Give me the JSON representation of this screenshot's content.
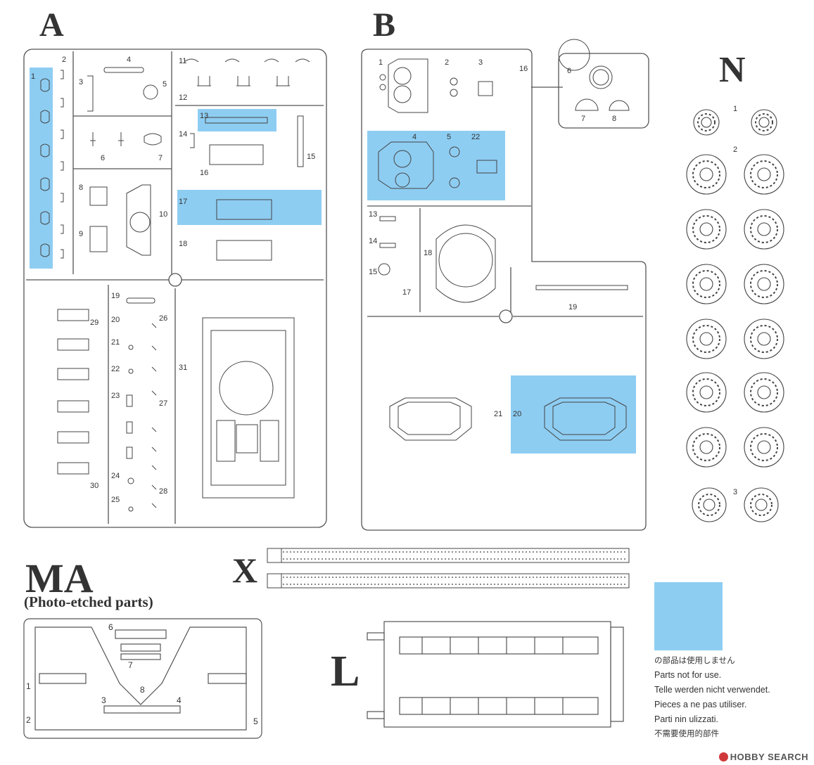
{
  "sprues": {
    "A": {
      "letter": "A",
      "parts": [
        "1",
        "2",
        "3",
        "4",
        "5",
        "6",
        "7",
        "8",
        "9",
        "10",
        "11",
        "12",
        "13",
        "14",
        "15",
        "16",
        "17",
        "18",
        "19",
        "20",
        "21",
        "22",
        "23",
        "24",
        "25",
        "26",
        "27",
        "28",
        "29",
        "30",
        "31"
      ]
    },
    "B": {
      "letter": "B",
      "parts": [
        "1",
        "2",
        "3",
        "4",
        "5",
        "22",
        "6",
        "7",
        "8",
        "13",
        "14",
        "15",
        "16",
        "17",
        "18",
        "19",
        "21",
        "20"
      ]
    },
    "N": {
      "letter": "N",
      "parts": [
        "1",
        "2",
        "3"
      ]
    },
    "X": {
      "letter": "X"
    },
    "L": {
      "letter": "L"
    },
    "MA": {
      "letter": "MA",
      "subtitle": "(Photo-etched parts)",
      "parts": [
        "6",
        "7",
        "8",
        "1",
        "2",
        "3",
        "4",
        "5"
      ]
    }
  },
  "legend": {
    "swatch_color": "#8ecdf2",
    "lines": [
      "の部品は使用しません",
      "Parts not for use.",
      "Telle werden nicht verwendet.",
      "Pieces a ne pas utiliser.",
      "Parti nin ulizzati.",
      "不需要使用的部件"
    ]
  },
  "colors": {
    "unused_highlight": "#8ecdf2",
    "line": "#555555"
  },
  "watermark": "HOBBY SEARCH"
}
